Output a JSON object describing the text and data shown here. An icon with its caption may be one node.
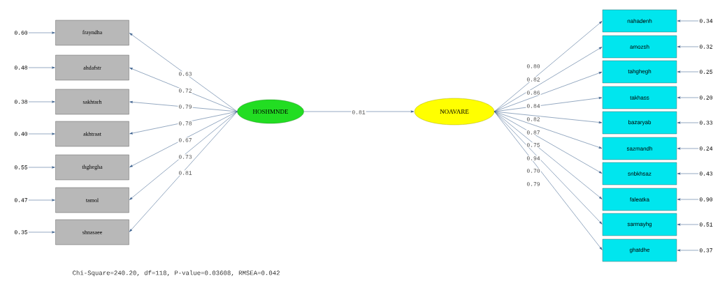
{
  "diagram": {
    "caption": "Chi-Square=240.20, df=118, P-value=0.03608, RMSEA=0.042",
    "nodes": [
      {
        "text": [
          "frayndha"
        ]
      },
      {
        "text": [
          "ahdafstr"
        ]
      },
      {
        "text": [
          "sakhtarh"
        ]
      },
      {
        "text": [
          "akhtraat"
        ]
      },
      {
        "text": [
          "thghegha"
        ]
      },
      {
        "text": [
          "tamol"
        ]
      },
      {
        "text": [
          "shnasaee"
        ]
      },
      {
        "text": [
          "HOSHMNDE"
        ]
      },
      {
        "text": [
          "NOAVARE"
        ]
      },
      {
        "text": [
          "nahadenh"
        ]
      },
      {
        "text": [
          "amozsh"
        ]
      },
      {
        "text": [
          "tahghegh"
        ]
      },
      {
        "text": [
          "takhass"
        ]
      },
      {
        "text": [
          "bazaryab"
        ]
      },
      {
        "text": [
          "sazmandh"
        ]
      },
      {
        "text": [
          "snbkhsaz"
        ]
      },
      {
        "text": [
          "faleatka"
        ]
      },
      {
        "text": [
          "sarmayhg"
        ]
      },
      {
        "text": [
          "ghatdhe"
        ]
      },
      {
        "text": [
          "0.60"
        ]
      },
      {
        "text": [
          "0.48"
        ]
      },
      {
        "text": [
          "0.38"
        ]
      },
      {
        "text": [
          "0.40"
        ]
      },
      {
        "text": [
          "0.55"
        ]
      },
      {
        "text": [
          "0.47"
        ]
      },
      {
        "text": [
          "0.35"
        ]
      },
      {
        "text": [
          "0.34"
        ]
      },
      {
        "text": [
          "0.32"
        ]
      },
      {
        "text": [
          "0.25"
        ]
      },
      {
        "text": [
          "0.20"
        ]
      },
      {
        "text": [
          "0.33"
        ]
      },
      {
        "text": [
          "0.24"
        ]
      },
      {
        "text": [
          "0.43"
        ]
      },
      {
        "text": [
          "0.90"
        ]
      },
      {
        "text": [
          "0.51"
        ]
      },
      {
        "text": [
          "0.37"
        ]
      }
    ],
    "edges": [
      {
        "from": 7,
        "to": 0,
        "arrow": "to",
        "label": "0.63"
      },
      {
        "from": 7,
        "to": 1,
        "arrow": "to",
        "label": "0.72"
      },
      {
        "from": 7,
        "to": 2,
        "arrow": "to",
        "label": "0.79"
      },
      {
        "from": 7,
        "to": 3,
        "arrow": "to",
        "label": "0.78"
      },
      {
        "from": 7,
        "to": 4,
        "arrow": "to",
        "label": "0.67"
      },
      {
        "from": 7,
        "to": 5,
        "arrow": "to",
        "label": "0.73"
      },
      {
        "from": 7,
        "to": 6,
        "arrow": "to",
        "label": "0.81"
      },
      {
        "from": 7,
        "to": 8,
        "arrow": "to",
        "label": "0.81"
      },
      {
        "from": 8,
        "to": 9,
        "arrow": "to",
        "label": "0.80"
      },
      {
        "from": 8,
        "to": 10,
        "arrow": "to",
        "label": "0.82"
      },
      {
        "from": 8,
        "to": 11,
        "arrow": "to",
        "label": "0.86"
      },
      {
        "from": 8,
        "to": 12,
        "arrow": "to",
        "label": "0.84"
      },
      {
        "from": 8,
        "to": 13,
        "arrow": "to",
        "label": "0.82"
      },
      {
        "from": 8,
        "to": 14,
        "arrow": "to",
        "label": "0.87"
      },
      {
        "from": 8,
        "to": 15,
        "arrow": "to",
        "label": "0.75"
      },
      {
        "from": 8,
        "to": 16,
        "arrow": "to",
        "label": "0.94"
      },
      {
        "from": 8,
        "to": 17,
        "arrow": "to",
        "label": "0.70"
      },
      {
        "from": 8,
        "to": 18,
        "arrow": "to",
        "label": "0.79"
      },
      {
        "from": 19,
        "to": 0,
        "arrow": "to"
      },
      {
        "from": 20,
        "to": 1,
        "arrow": "to"
      },
      {
        "from": 21,
        "to": 2,
        "arrow": "to"
      },
      {
        "from": 22,
        "to": 3,
        "arrow": "to"
      },
      {
        "from": 23,
        "to": 4,
        "arrow": "to"
      },
      {
        "from": 24,
        "to": 5,
        "arrow": "to"
      },
      {
        "from": 25,
        "to": 6,
        "arrow": "to"
      },
      {
        "from": 26,
        "to": 9,
        "arrow": "to"
      },
      {
        "from": 27,
        "to": 10,
        "arrow": "to"
      },
      {
        "from": 28,
        "to": 11,
        "arrow": "to"
      },
      {
        "from": 29,
        "to": 12,
        "arrow": "to"
      },
      {
        "from": 30,
        "to": 13,
        "arrow": "to"
      },
      {
        "from": 31,
        "to": 14,
        "arrow": "to"
      },
      {
        "from": 32,
        "to": 15,
        "arrow": "to"
      },
      {
        "from": 33,
        "to": 16,
        "arrow": "to"
      },
      {
        "from": 34,
        "to": 17,
        "arrow": "to"
      },
      {
        "from": 35,
        "to": 18,
        "arrow": "to"
      }
    ]
  }
}
